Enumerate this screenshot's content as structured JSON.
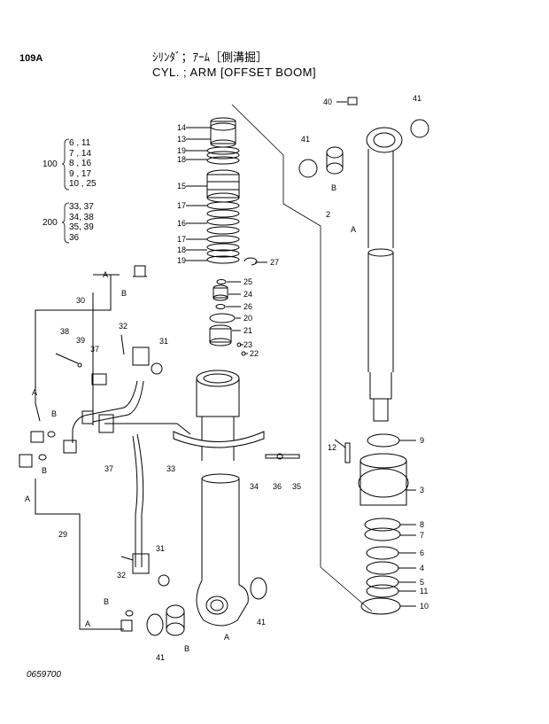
{
  "header": {
    "page_id": "109A",
    "title_jp": "ｼﾘﾝﾀﾞ；ｱｰﾑ［側溝掘］",
    "title_en": "CYL. ; ARM [OFFSET BOOM]"
  },
  "groups": [
    {
      "key": "100",
      "items": [
        "6 , 11",
        "7 , 14",
        "8 , 16",
        "9 , 17",
        "10 , 25"
      ]
    },
    {
      "key": "200",
      "items": [
        "33, 37",
        "34, 38",
        "35, 39",
        "36"
      ]
    }
  ],
  "drawing_number": "0659700",
  "callouts": {
    "c14": "14",
    "c13": "13",
    "c19a": "19",
    "c18a": "18",
    "c15": "15",
    "c17a": "17",
    "c16": "16",
    "c17b": "17",
    "c18b": "18",
    "c19b": "19",
    "c27": "27",
    "c25": "25",
    "c24": "24",
    "c26": "26",
    "c20": "20",
    "c21": "21",
    "c23": "23",
    "c22": "22",
    "c40": "40",
    "c41a": "41",
    "c41b": "41",
    "cB1": "B",
    "c2": "2",
    "cA1": "A",
    "c9": "9",
    "c12": "12",
    "c3": "3",
    "c8": "8",
    "c7": "7",
    "c6": "6",
    "c4": "4",
    "c5": "5",
    "c11": "11",
    "c10": "10",
    "cA2": "A",
    "cB2": "B",
    "c30": "30",
    "c38": "38",
    "c39": "39",
    "c37a": "37",
    "c32a": "32",
    "c31a": "31",
    "cA3": "A",
    "cB3": "B",
    "c37b": "37",
    "c33": "33",
    "c34": "34",
    "c36": "36",
    "c35": "35",
    "cB4": "B",
    "cA4": "A",
    "c29": "29",
    "c32b": "32",
    "c31b": "31",
    "cB5": "B",
    "cA5": "A",
    "c41c": "41",
    "c41d": "41",
    "cB6": "B",
    "cA6": "A"
  }
}
